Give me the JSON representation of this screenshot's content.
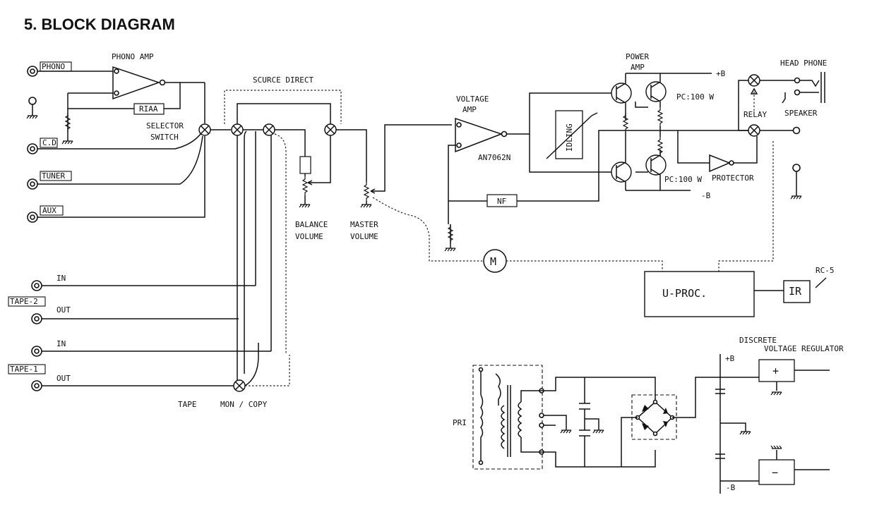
{
  "heading": "5.  BLOCK DIAGRAM",
  "inputs": {
    "phono": "PHONO",
    "cd": "C.D",
    "tuner": "TUNER",
    "aux": "AUX",
    "tape2": "TAPE-2",
    "tape1": "TAPE-1",
    "in": "IN",
    "out": "OUT"
  },
  "labels": {
    "phono_amp": "PHONO AMP",
    "riaa": "RIAA",
    "selector_1": "SELECTOR",
    "selector_2": "SWITCH",
    "source_direct": "SCURCE DIRECT",
    "balance_1": "BALANCE",
    "balance_2": "VOLUME",
    "master_1": "MASTER",
    "master_2": "VOLUME",
    "voltage_amp_1": "VOLTAGE",
    "voltage_amp_2": "AMP",
    "ic": "AN7062N",
    "idling": "IDLING",
    "power_amp_1": "POWER",
    "power_amp_2": "AMP",
    "plus_b": "+B",
    "minus_b": "-B",
    "pc_top": "PC:100 W",
    "pc_bottom": "PC:100 W",
    "protector": "PROTECTOR",
    "relay": "RELAY",
    "headphone": "HEAD PHONE",
    "speaker": "SPEAKER",
    "nf": "NF",
    "motor": "M",
    "uproc": "U-PROC.",
    "ir": "IR",
    "rc5": "RC-5",
    "tape": "TAPE",
    "mon_copy": "MON / COPY",
    "pri": "PRI",
    "discrete_1": "DISCRETE",
    "discrete_2": "VOLTAGE  REGULATOR",
    "reg_plus": "+",
    "reg_minus": "−",
    "ps_plus_b": "+B",
    "ps_minus_b": "-B"
  }
}
